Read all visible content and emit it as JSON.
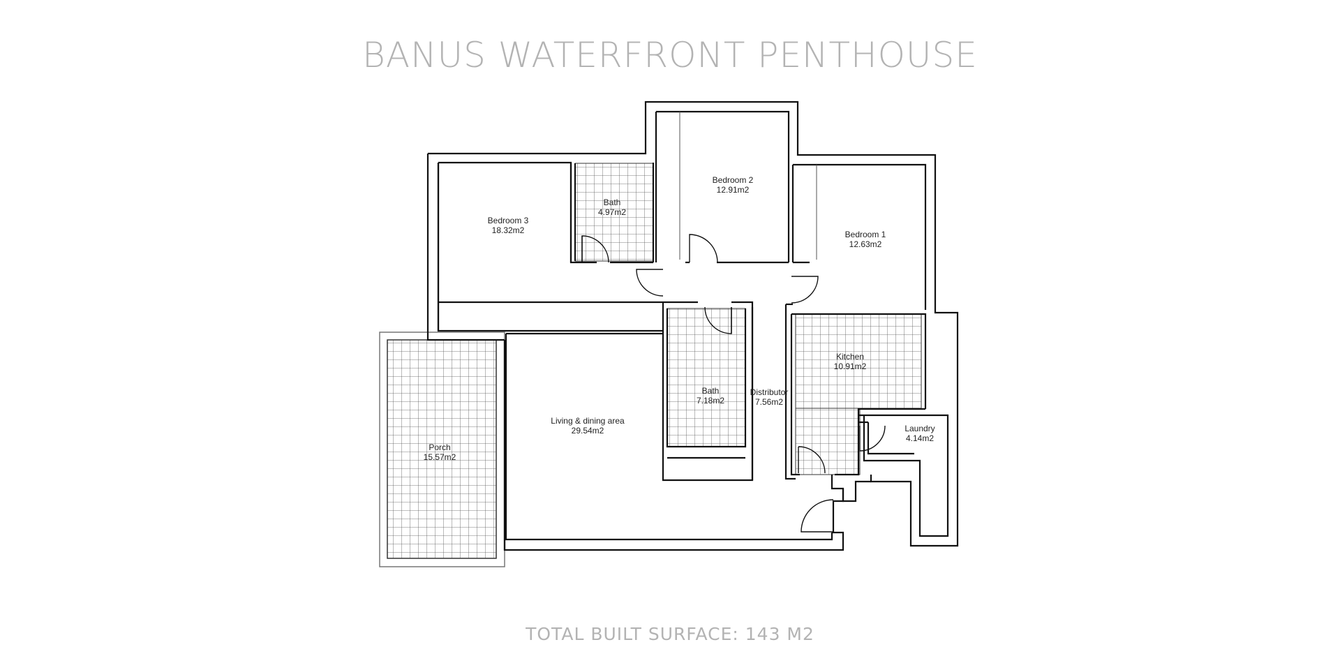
{
  "title": "BANUS WATERFRONT PENTHOUSE",
  "footer": "TOTAL BUILT SURFACE: 143 M2",
  "rooms": {
    "bedroom3": {
      "name": "Bedroom 3",
      "area": "18.32m2"
    },
    "bath1": {
      "name": "Bath",
      "area": "4.97m2"
    },
    "bedroom2": {
      "name": "Bedroom 2",
      "area": "12.91m2"
    },
    "bedroom1": {
      "name": "Bedroom 1",
      "area": "12.63m2"
    },
    "kitchen": {
      "name": "Kitchen",
      "area": "10.91m2"
    },
    "bath2": {
      "name": "Bath",
      "area": "7.18m2"
    },
    "distributor": {
      "name": "Distributor",
      "area": "7.56m2"
    },
    "laundry": {
      "name": "Laundry",
      "area": "4.14m2"
    },
    "living": {
      "name": "Living & dining area",
      "area": "29.54m2"
    },
    "porch": {
      "name": "Porch",
      "area": "15.57m2"
    }
  }
}
